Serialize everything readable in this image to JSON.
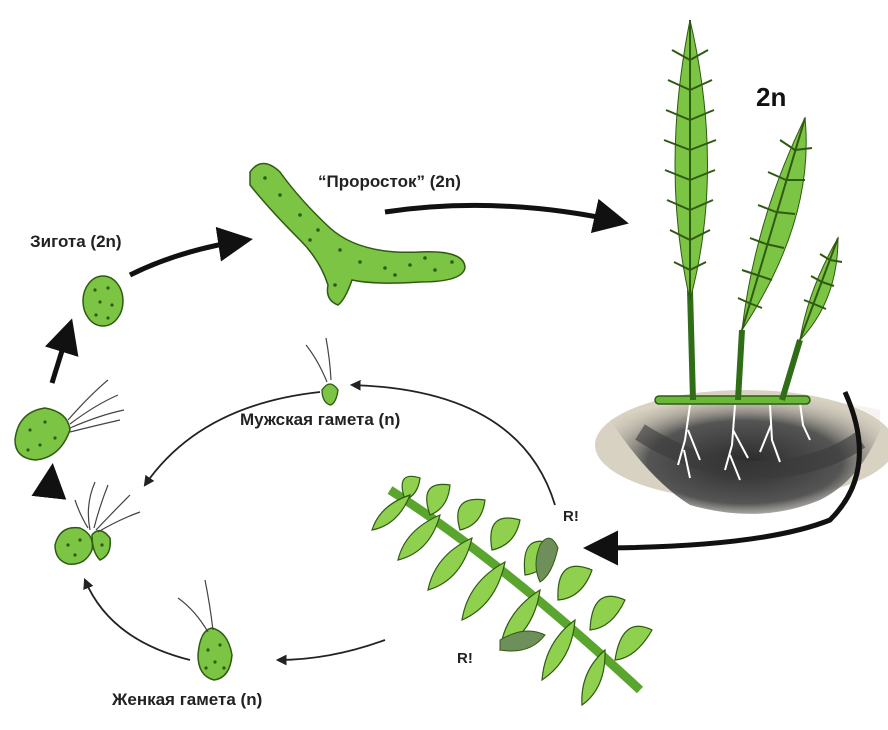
{
  "labels": {
    "zygote": "Зигота  (2n)",
    "sprout": "“Проросток”  (2n)",
    "sporophyte_ploidy": "2n",
    "male_gamete": "Мужская  гамета   (n)",
    "female_gamete": "Женкая гамета   (n)",
    "meiosis_top": "R!",
    "meiosis_bottom": "R!"
  },
  "colors": {
    "cell_green": "#7dc242",
    "cell_outline": "#2f5a12",
    "leaf_green": "#8fd14f",
    "dark_green": "#2e7d1f",
    "soil": "#4a4a4a",
    "arrow": "#111111"
  }
}
